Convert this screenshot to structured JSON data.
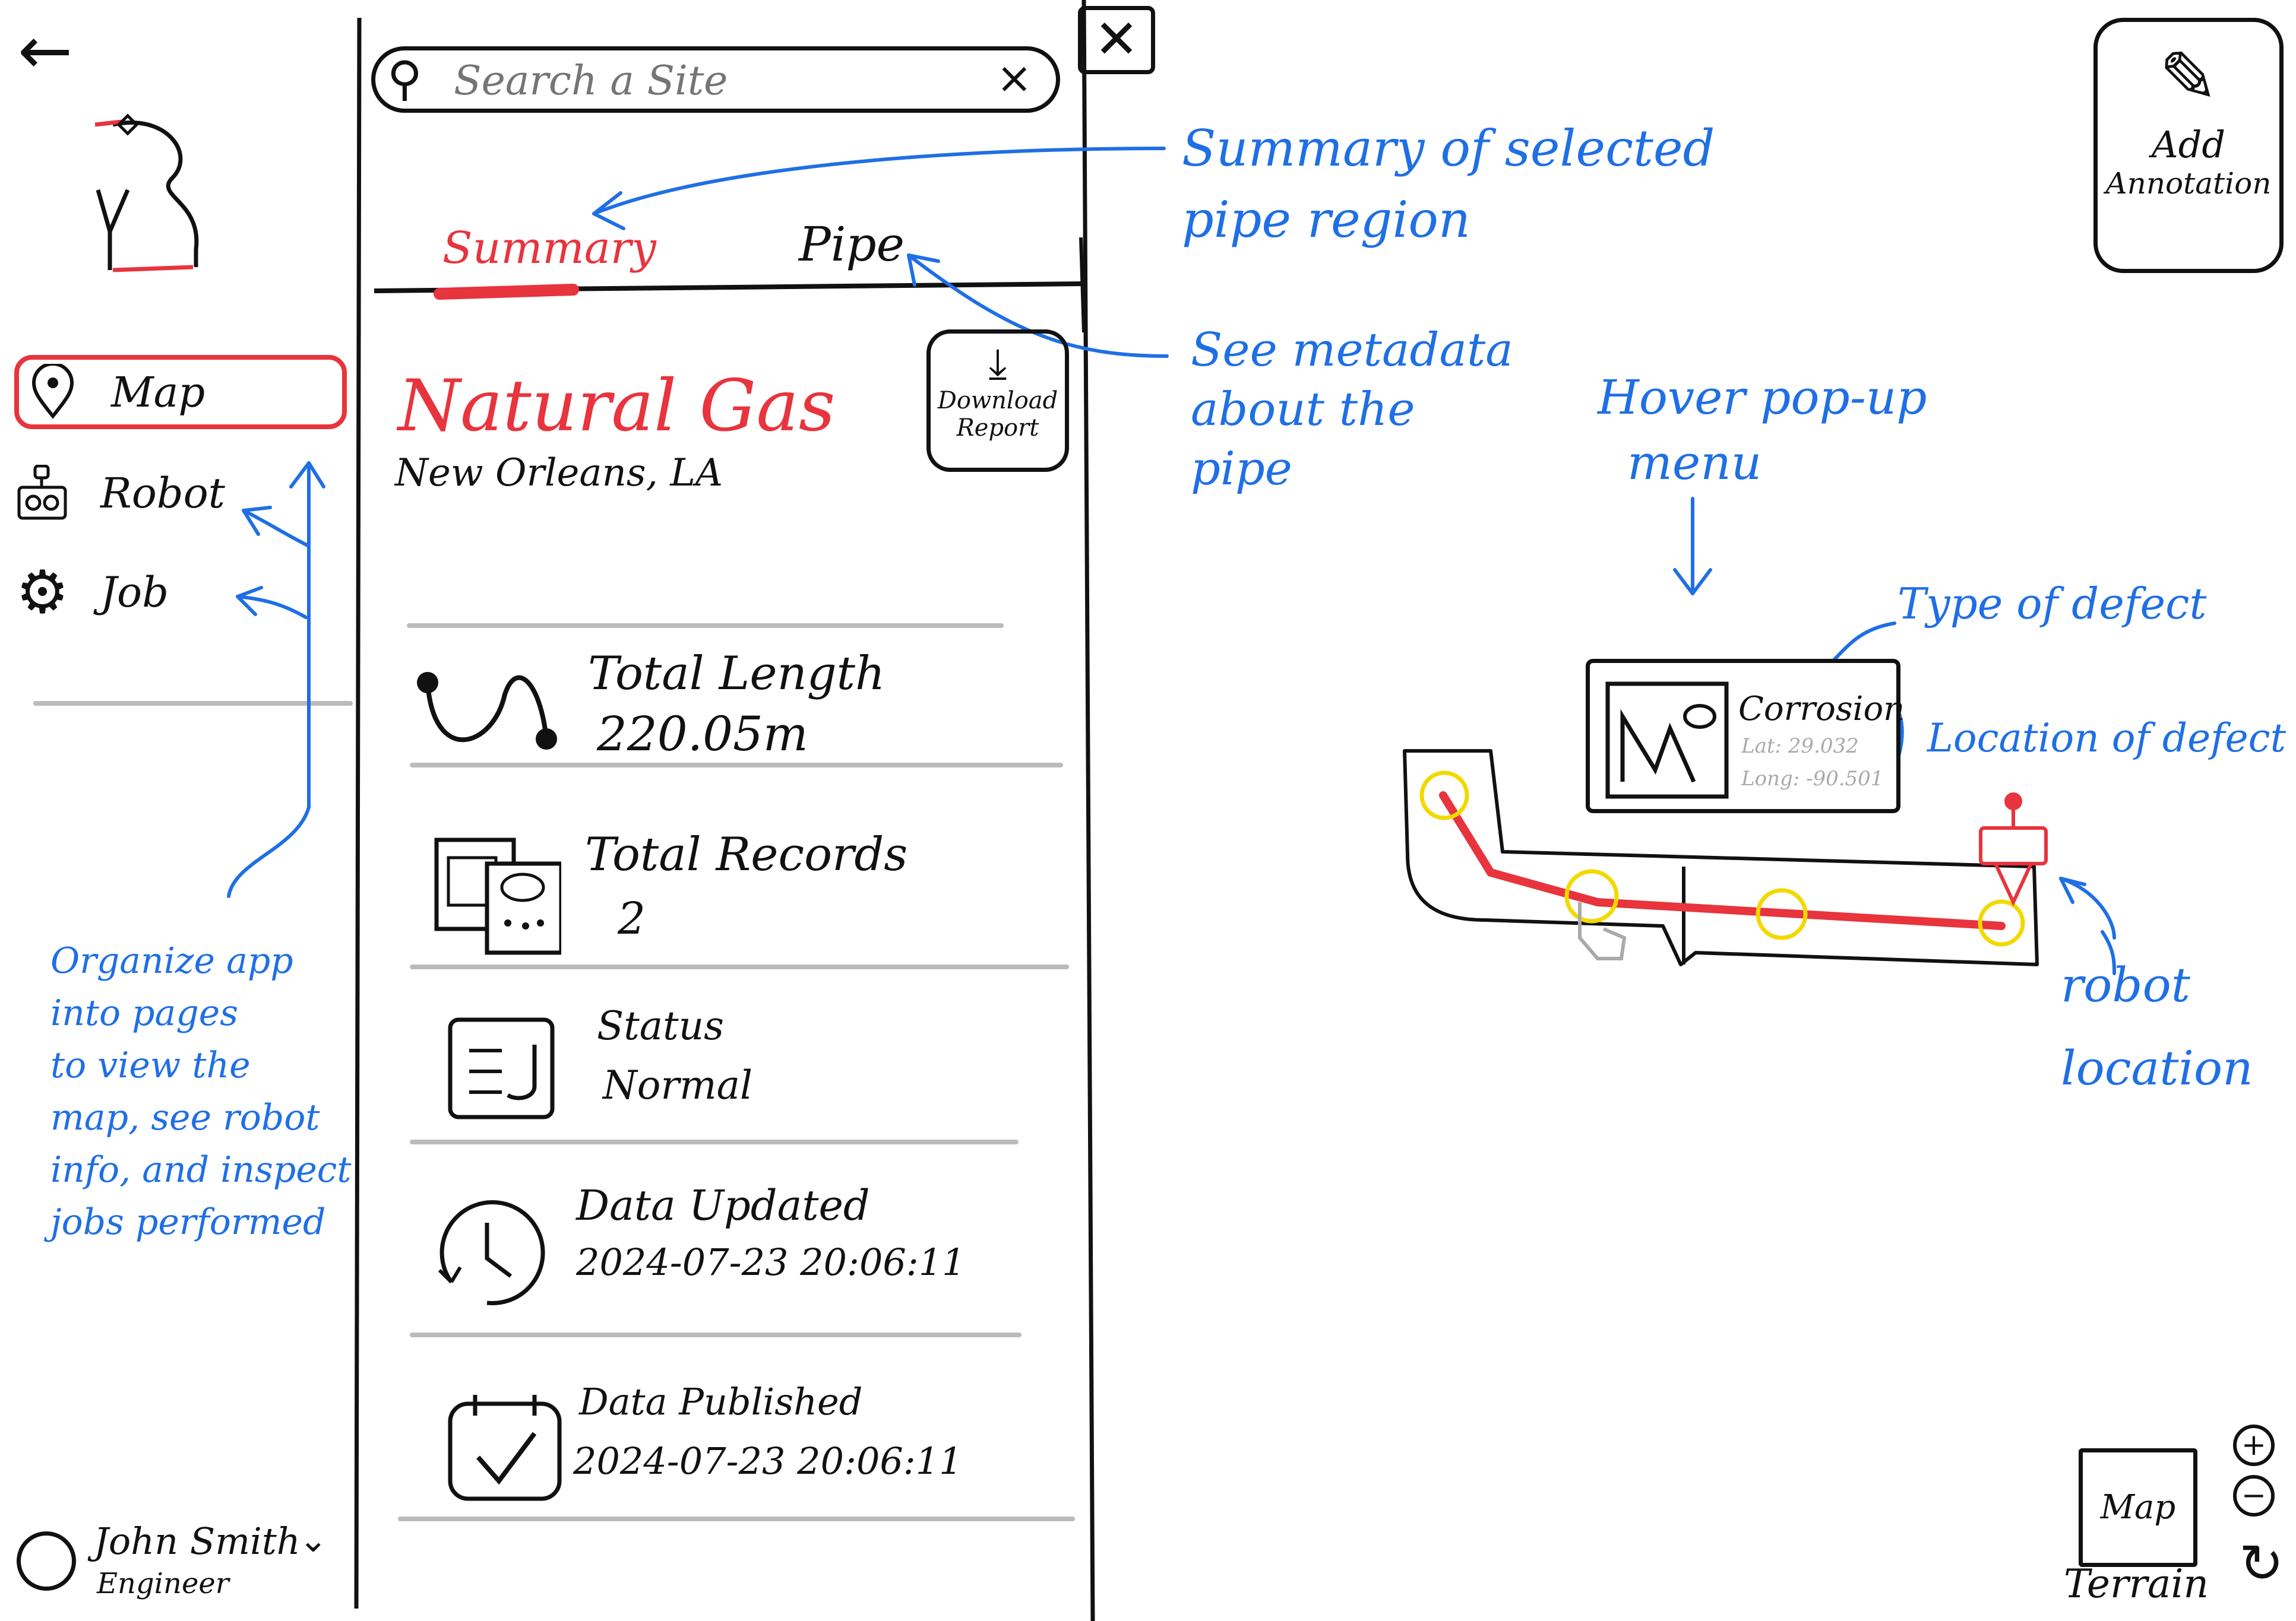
{
  "sidebar": {
    "items": [
      {
        "label": "Map",
        "icon": "map-pin-icon",
        "active": true
      },
      {
        "label": "Robot",
        "icon": "robot-icon",
        "active": false
      },
      {
        "label": "Job",
        "icon": "gear-icon",
        "active": false
      }
    ],
    "user": {
      "name": "John Smith",
      "role": "Engineer"
    }
  },
  "search": {
    "placeholder": "Search a Site"
  },
  "tabs": [
    {
      "label": "Summary",
      "active": true
    },
    {
      "label": "Pipe",
      "active": false
    }
  ],
  "site": {
    "name": "Natural Gas",
    "location": "New Orleans, LA"
  },
  "download_button": {
    "line1": "Download",
    "line2": "Report"
  },
  "stats": [
    {
      "label": "Total Length",
      "value": "220.05m",
      "icon": "pipe-curve-icon"
    },
    {
      "label": "Total Records",
      "value": "2",
      "icon": "records-icon"
    },
    {
      "label": "Status",
      "value": "Normal",
      "icon": "status-icon"
    },
    {
      "label": "Data Updated",
      "value": "2024-07-23 20:06:11",
      "icon": "clock-icon"
    },
    {
      "label": "Data Published",
      "value": "2024-07-23 20:06:11",
      "icon": "calendar-check-icon"
    }
  ],
  "popup": {
    "title": "Corrosion",
    "lat": "Lat: 29.032",
    "long": "Long: -90.501"
  },
  "add_annotation": {
    "line1": "Add",
    "line2": "Annotation"
  },
  "map_controls": {
    "layer_label": "Map",
    "caption": "Terrain",
    "zoom_in": "+",
    "zoom_out": "−"
  },
  "annotations": {
    "summary_note": [
      "Summary of selected",
      "pipe region"
    ],
    "pipe_note": [
      "See metadata",
      "about the",
      "pipe"
    ],
    "hover_note": [
      "Hover pop-up",
      "menu"
    ],
    "defect_type_note": "Type of defect",
    "defect_location_note": "Location of defect",
    "robot_location_note": [
      "robot",
      "location"
    ],
    "organize_note": [
      "Organize app",
      "into pages",
      "to view the",
      "map, see robot",
      "info, and inspect",
      "jobs performed"
    ]
  },
  "colors": {
    "accent": "#e8343d",
    "annotation": "#1f6fe5",
    "marker": "#f2d900",
    "divider": "#bbbbbb"
  }
}
